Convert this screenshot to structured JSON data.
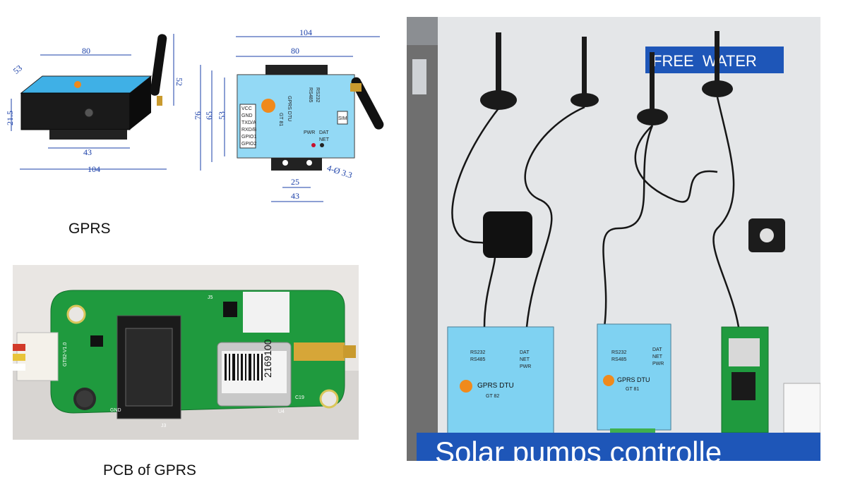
{
  "captions": {
    "gprs": "GPRS",
    "pcb": "PCB of GPRS"
  },
  "drawing": {
    "side_view": {
      "width": "80",
      "depth": "53",
      "height": "21.5",
      "antenna": "52",
      "bracket": "43",
      "overall": "104"
    },
    "front_view": {
      "overall": "104",
      "width": "80",
      "h_outer": "76",
      "h_mid": "65",
      "h_inner": "53",
      "hole_spacing": "25",
      "bracket": "43",
      "holes": "4-Ø 3.3",
      "device_name": "GPRS DTU",
      "model": "GT 81",
      "opt1": "RS232",
      "opt2": "RS485",
      "leds": [
        "DAT",
        "NET",
        "PWR"
      ],
      "pins": [
        "VCC",
        "GND",
        "TXD/A",
        "RXD/B",
        "GPIO1",
        "GPIO2"
      ],
      "sim": "SIM"
    }
  },
  "pcb": {
    "barcode": "2169100",
    "board_text": "GT82-V1.0",
    "refs": [
      "J5",
      "J3",
      "U4",
      "C19",
      "GND"
    ]
  },
  "photo": {
    "banner_top": "FREE  WATER",
    "banner_bottom": "Solar pumps controlle",
    "dtu_left": {
      "name": "GPRS DTU",
      "model": "GT 82",
      "opt1": "RS232",
      "opt2": "RS485",
      "leds": [
        "DAT",
        "NET",
        "PWR"
      ]
    },
    "dtu_mid": {
      "name": "GPRS DTU",
      "model": "GT 81",
      "opt1": "RS232",
      "opt2": "RS485",
      "leds": [
        "DAT",
        "NET",
        "PWR"
      ]
    },
    "colors": {
      "panel": "#e4e6e8",
      "banner": "#1e56b8",
      "dtu_blue": "#5fc7ef",
      "pcb_green": "#1f9a3e",
      "logo": "#f08a1c"
    }
  }
}
